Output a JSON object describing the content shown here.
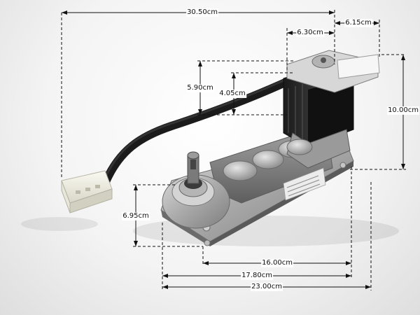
{
  "dimensions": {
    "overall_length": "30.50cm",
    "gearbox_length": "23.00cm",
    "base_length_mid": "17.80cm",
    "base_length_short": "16.00cm",
    "total_height": "10.00cm",
    "front_height": "6.95cm",
    "motor_height": "5.90cm",
    "motor_core_height": "4.05cm",
    "motor_width": "6.30cm",
    "motor_depth": "6.15cm"
  }
}
